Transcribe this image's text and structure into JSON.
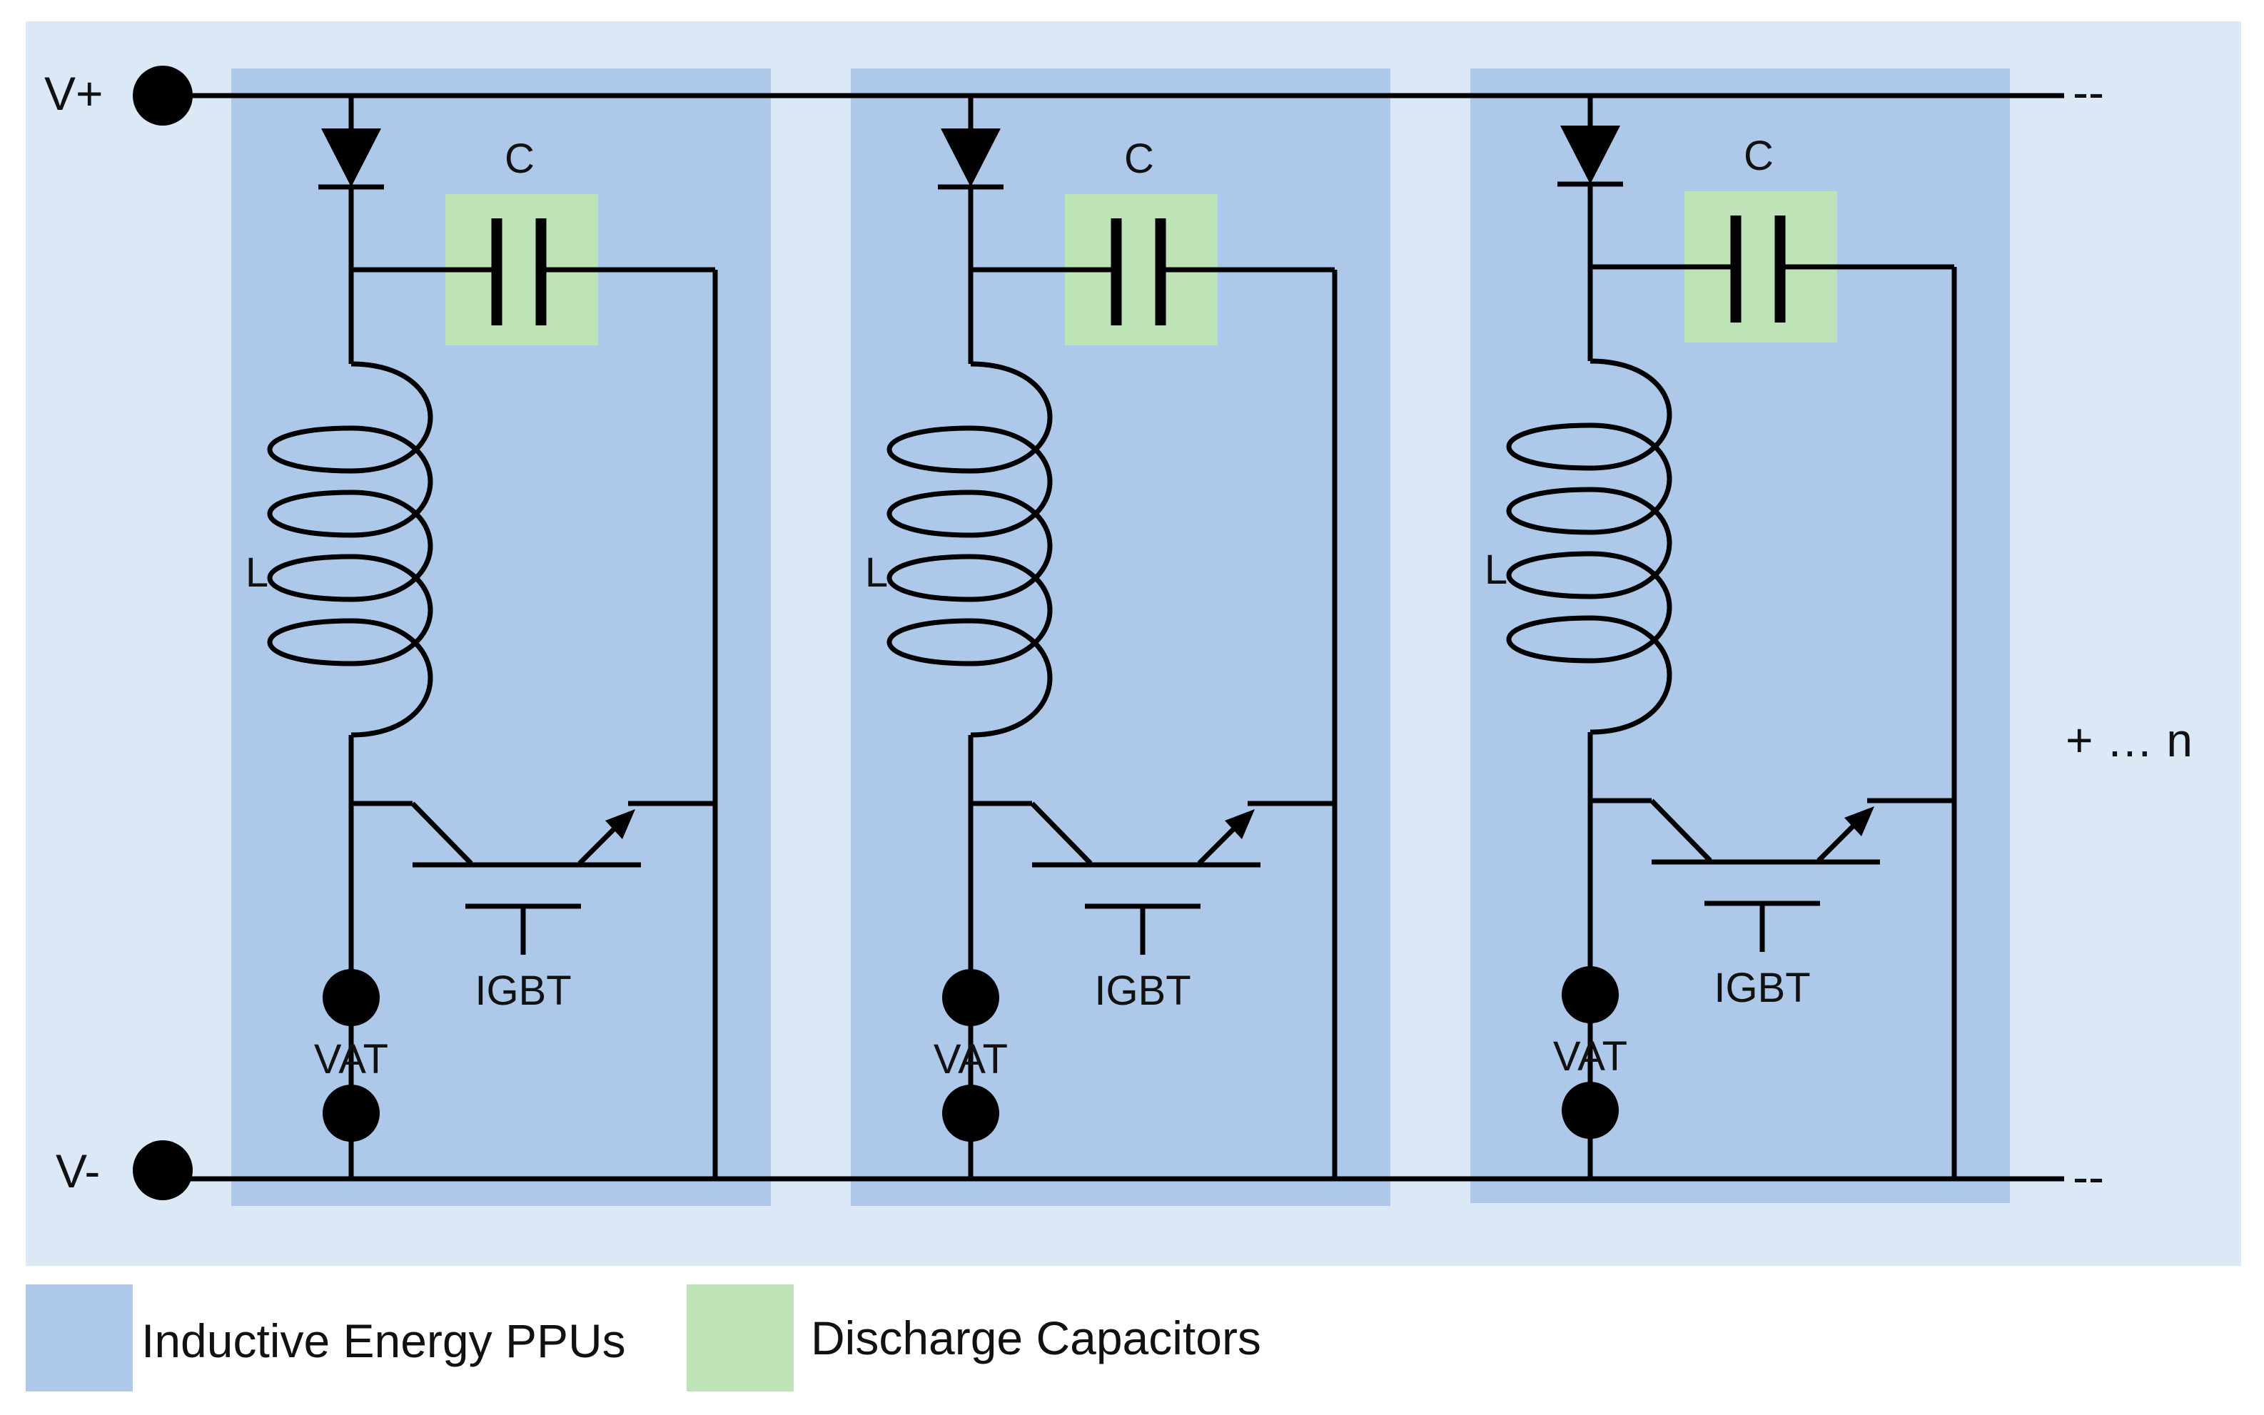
{
  "labels": {
    "v_plus": "V+",
    "v_minus": "V-",
    "continuation": "+ … n",
    "rail_dash_top": "--",
    "rail_dash_bottom": "--"
  },
  "units": [
    {
      "cap_label": "C",
      "ind_label": "L",
      "igbt_label": "IGBT",
      "vat_label": "VAT"
    },
    {
      "cap_label": "C",
      "ind_label": "L",
      "igbt_label": "IGBT",
      "vat_label": "VAT"
    },
    {
      "cap_label": "C",
      "ind_label": "L",
      "igbt_label": "IGBT",
      "vat_label": "VAT"
    }
  ],
  "legend": [
    {
      "label": "Inductive Energy PPUs",
      "color": "#aec8e9"
    },
    {
      "label": "Discharge Capacitors",
      "color": "#bde3b6"
    }
  ],
  "colors": {
    "background_panel": "#dbe9f6",
    "ppu_box": "#aec8e9",
    "capacitor_box": "#bde3b6",
    "wire": "#000000"
  }
}
